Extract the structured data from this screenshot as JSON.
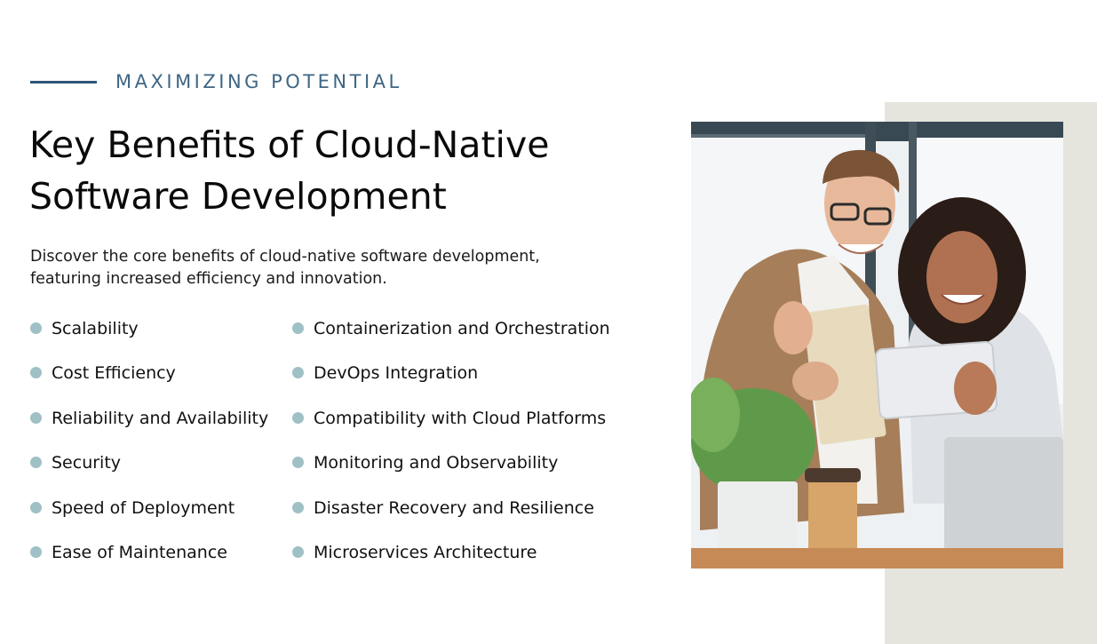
{
  "eyebrow": "MAXIMIZING POTENTIAL",
  "title": "Key Benefits of Cloud-Native Software Development",
  "intro": "Discover the core benefits of cloud-native software development, featuring increased efficiency and innovation.",
  "benefits_left": [
    "Scalability",
    "Cost Efficiency",
    "Reliability and Availability",
    "Security",
    "Speed of Deployment",
    "Ease of Maintenance"
  ],
  "benefits_right": [
    "Containerization and Orchestration",
    "DevOps Integration",
    "Compatibility with Cloud Platforms",
    "Monitoring and Observability",
    "Disaster Recovery and Resilience",
    "Microservices Architecture"
  ],
  "colors": {
    "accent": "#2e5677",
    "bullet": "#9fc0c5",
    "panel": "#e5e5de"
  },
  "image": {
    "subject": "two colleagues smiling while looking at a tablet in an office"
  }
}
